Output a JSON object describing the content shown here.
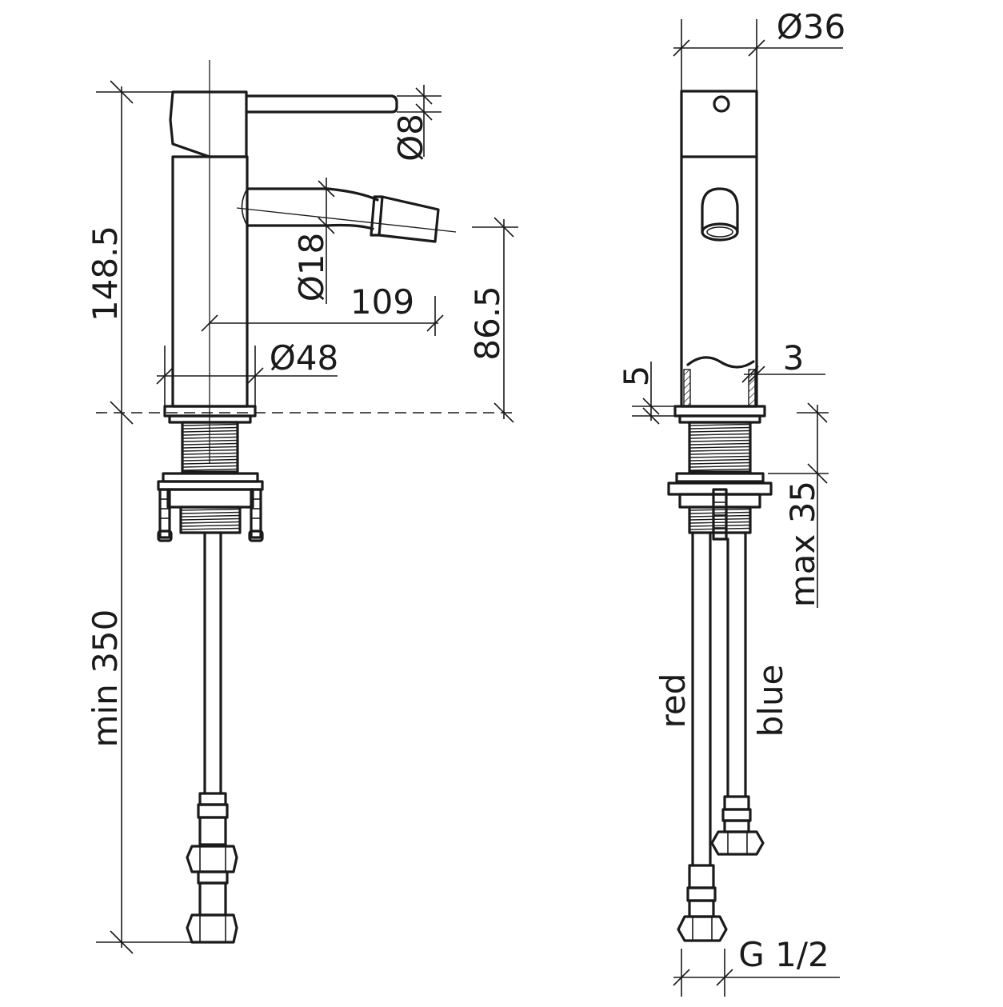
{
  "labels": {
    "height_total": "148.5",
    "height_below": "min 350",
    "lever_diameter": "Ø8",
    "spout_diameter": "Ø18",
    "spout_reach": "109",
    "spout_height": "86.5",
    "body_diameter": "Ø48",
    "top_diameter": "Ø36",
    "wall_thickness": "3",
    "rim_height": "5",
    "max_thickness": "max 35",
    "hose_red": "red",
    "hose_blue": "blue",
    "thread": "G 1/2"
  },
  "colors": {
    "line": "#1a1a1a",
    "background": "#ffffff"
  }
}
